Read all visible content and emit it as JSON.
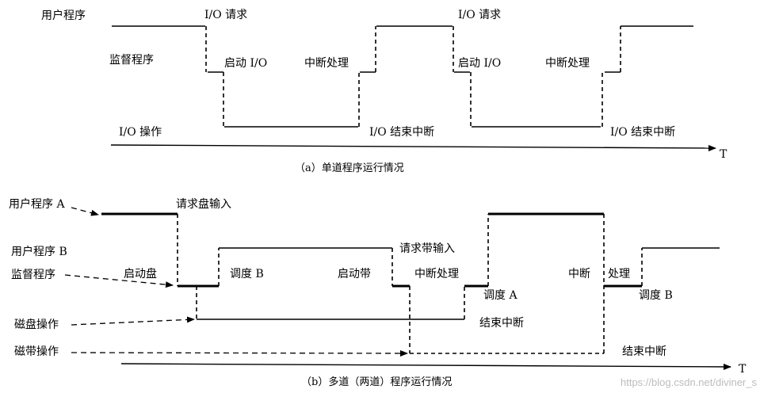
{
  "diagram_a": {
    "row_user": "用户程序",
    "row_monitor": "监督程序",
    "row_io": "I/O 操作",
    "io_request_1": "I/O 请求",
    "io_request_2": "I/O 请求",
    "start_io_1": "启动 I/O",
    "start_io_2": "启动 I/O",
    "interrupt_1": "中断处理",
    "interrupt_2": "中断处理",
    "io_end_1": "I/O 结束中断",
    "io_end_2": "I/O 结束中断",
    "axis_T": "T",
    "caption": "（a）单道程序运行情况"
  },
  "diagram_b": {
    "row_user_a": "用户程序 A",
    "row_user_b": "用户程序 B",
    "row_monitor": "监督程序",
    "row_disk": "磁盘操作",
    "row_tape": "磁带操作",
    "req_disk_input": "请求盘输入",
    "start_disk": "启动盘",
    "schedule_b_1": "调度 B",
    "start_tape": "启动带",
    "req_tape_input": "请求带输入",
    "interrupt_1": "中断处理",
    "schedule_a": "调度 A",
    "end_interrupt_1": "结束中断",
    "interrupt_2a": "中断",
    "interrupt_2b": "处理",
    "schedule_b_2": "调度 B",
    "end_interrupt_2": "结束中断",
    "axis_T": "T",
    "caption": "（b）多道（两道）程序运行情况"
  },
  "watermark": "https://blog.csdn.net/diviner_s"
}
